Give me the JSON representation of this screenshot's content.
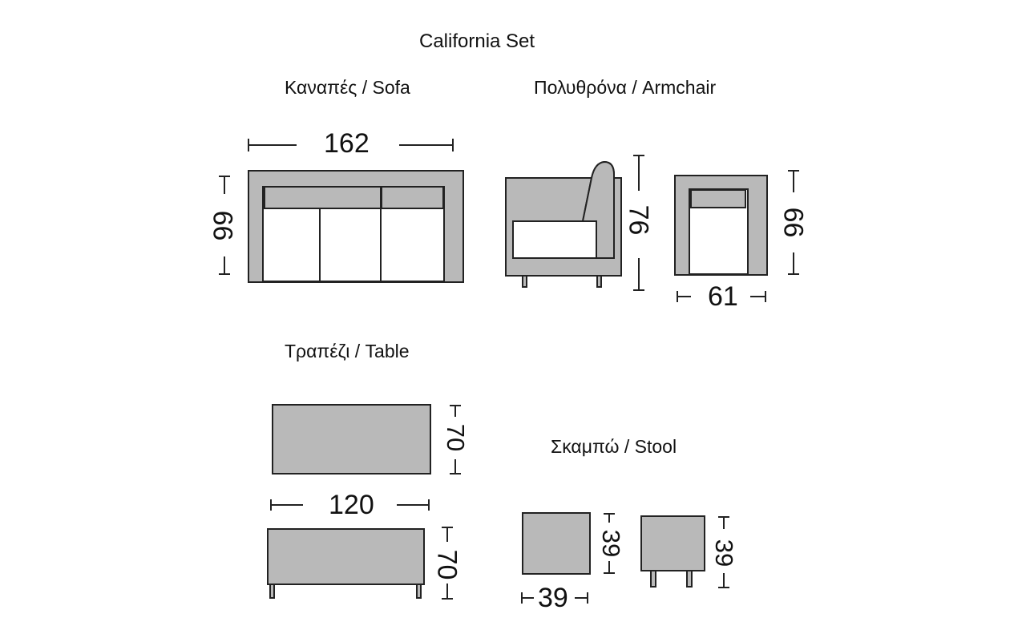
{
  "title": "California Set",
  "items": {
    "sofa": {
      "label": "Καναπές / Sofa",
      "width": "162",
      "depth": "66"
    },
    "armchair": {
      "label": "Πολυθρόνα / Armchair",
      "height": "76",
      "depth": "66",
      "width": "61"
    },
    "table": {
      "label": "Τραπέζι / Table",
      "depth_top": "70",
      "width": "120",
      "height_front": "70"
    },
    "stool": {
      "label": "Σκαμπώ / Stool",
      "height_top": "39",
      "width": "39",
      "height_side": "39"
    }
  },
  "colors": {
    "fill": "#b9b9b9",
    "stroke": "#222222",
    "cushion": "#ffffff"
  }
}
